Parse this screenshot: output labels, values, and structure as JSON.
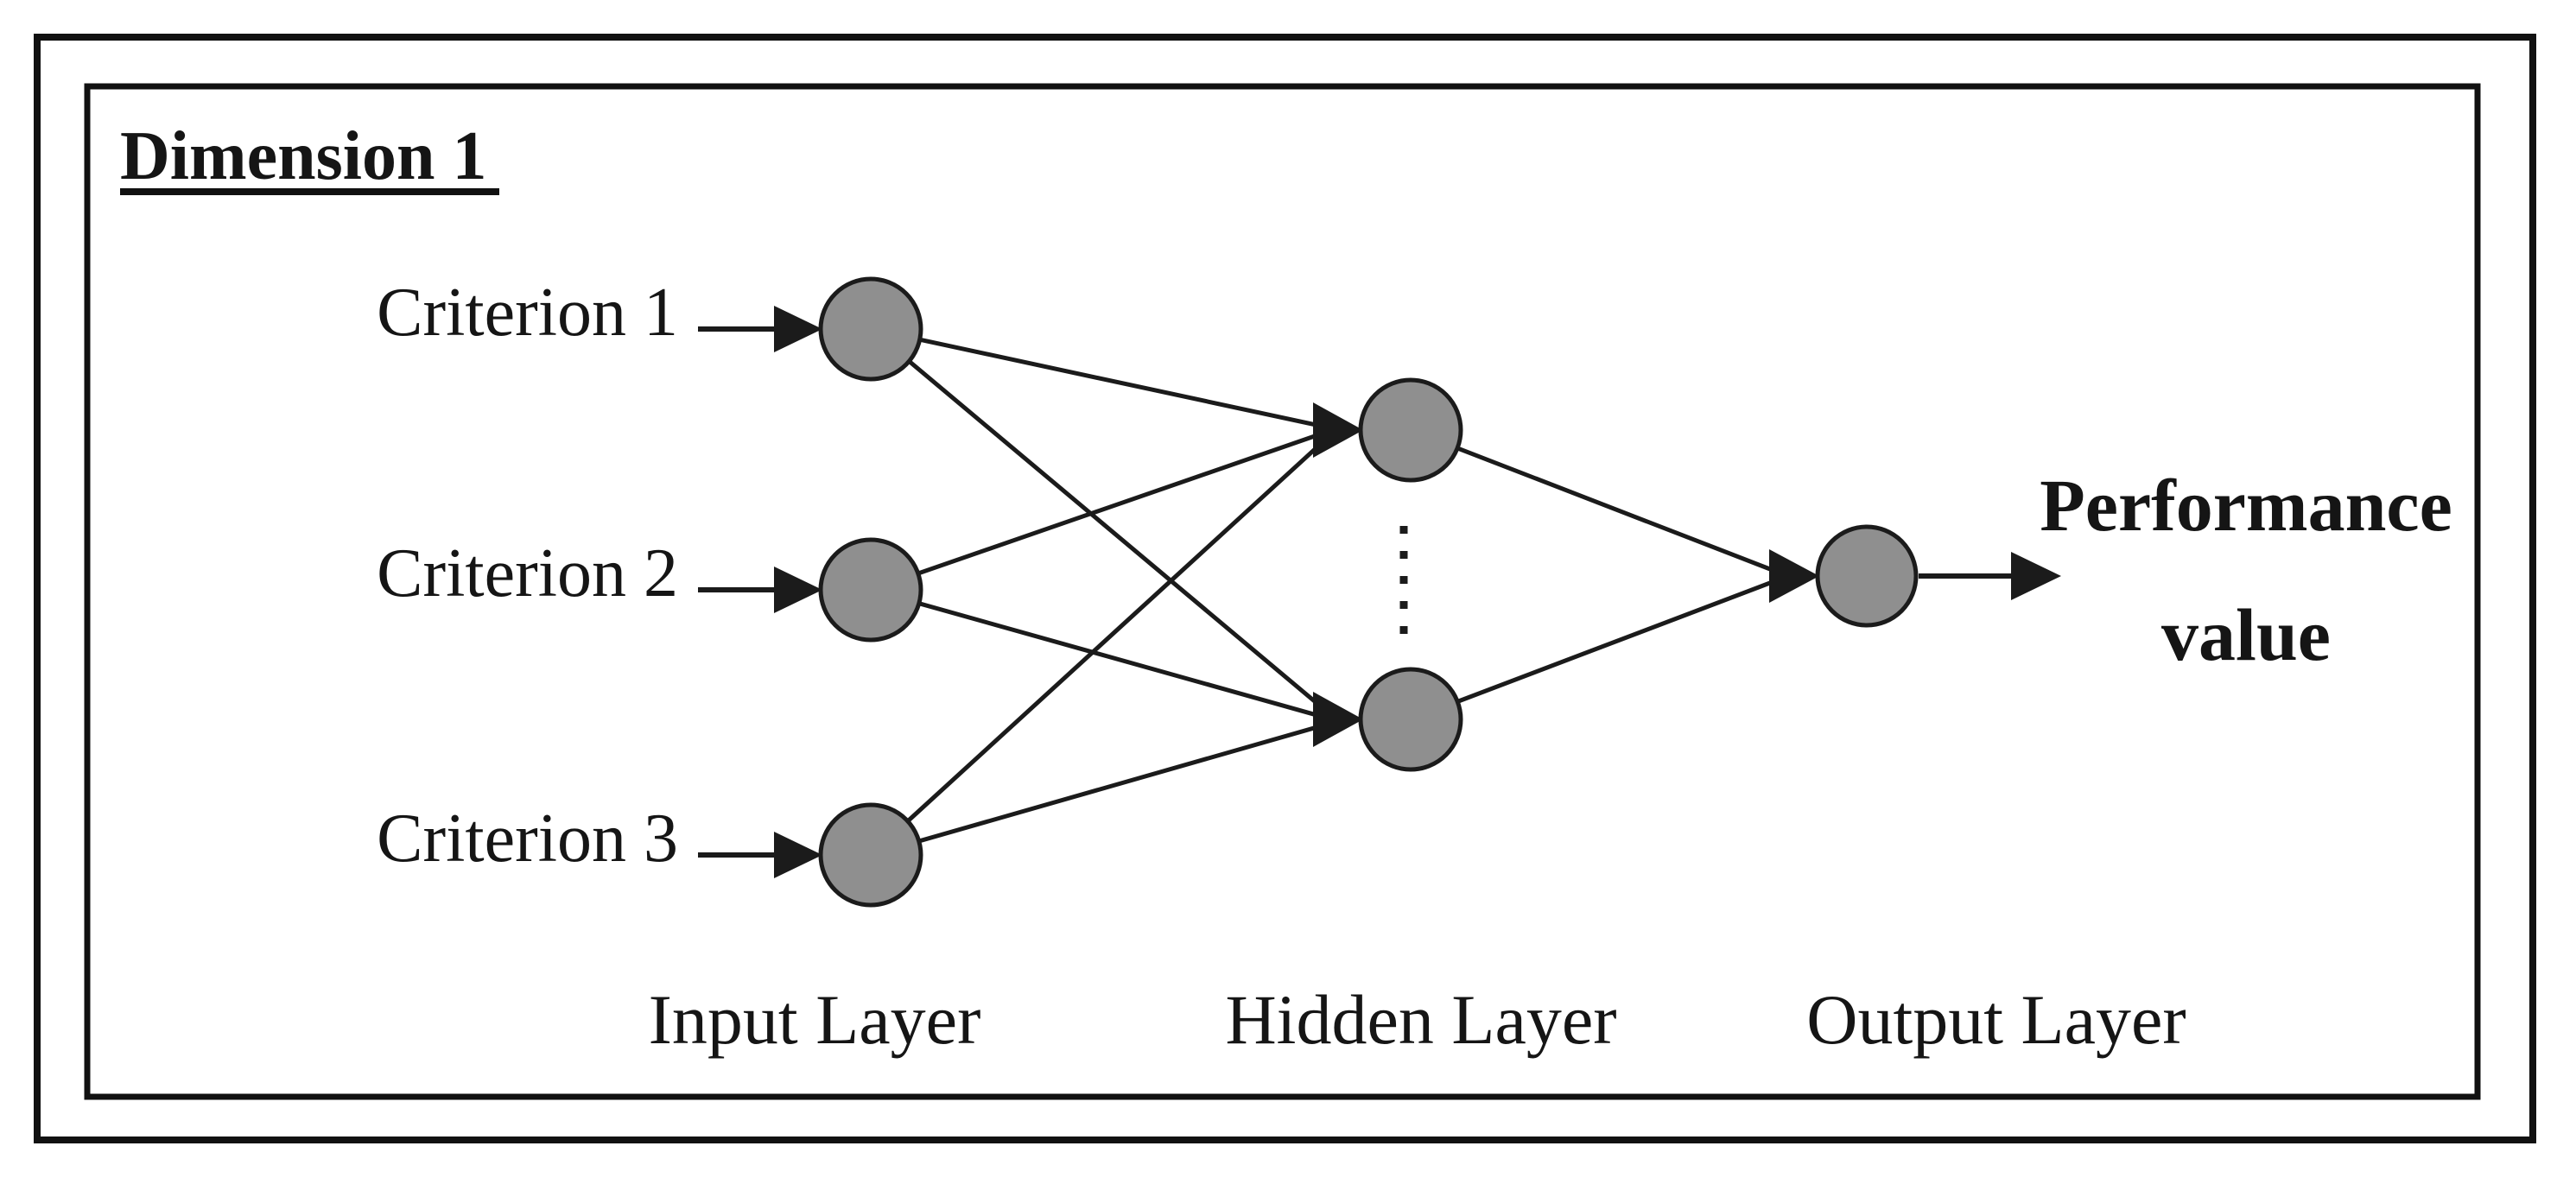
{
  "title": "Dimension 1",
  "criteria": [
    {
      "label": "Criterion 1"
    },
    {
      "label": "Criterion 2"
    },
    {
      "label": "Criterion 3"
    }
  ],
  "layer_labels": {
    "input": "Input Layer",
    "hidden": "Hidden Layer",
    "output": "Output Layer"
  },
  "output_annotation": {
    "line1": "Performance",
    "line2": "value"
  },
  "network": {
    "input_node_count": 3,
    "hidden_nodes_shown": 2,
    "output_node_count": 1,
    "hidden_layer_ellipsis": "vertical-dotted-line"
  },
  "colors": {
    "background": "#ffffff",
    "node_fill": "#8f8f8f",
    "node_stroke": "#1b1b1b",
    "edge": "#1b1b1b",
    "border": "#111111",
    "text": "#151515"
  }
}
